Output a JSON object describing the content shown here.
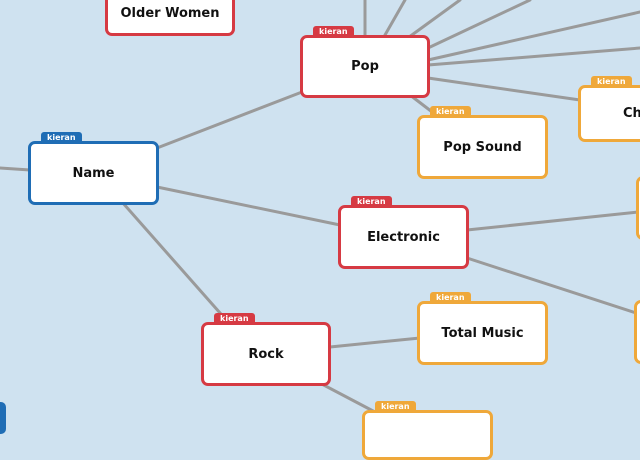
{
  "tag_label": "kieran",
  "colors": {
    "blue": "#1f6db5",
    "red": "#d63a43",
    "orange": "#efa83a",
    "background": "#cfe2f0",
    "edge": "#9a9a9a"
  },
  "nodes": {
    "older_women": "Older Women",
    "pop": "Pop",
    "ch": "Ch",
    "name": "Name",
    "pop_sound": "Pop Sound",
    "electronic": "Electronic",
    "rock": "Rock",
    "total_music": "Total Music",
    "bottom": ""
  }
}
